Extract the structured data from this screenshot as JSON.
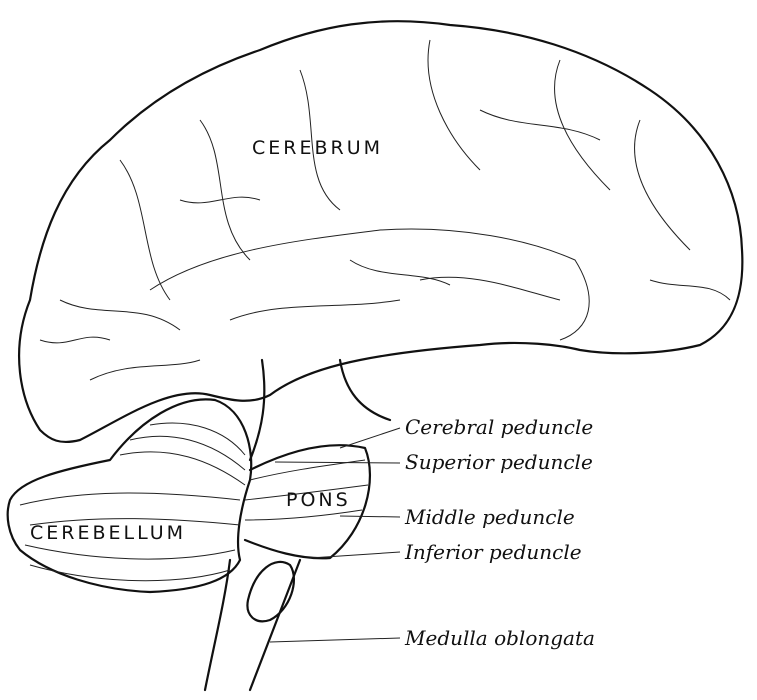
{
  "figure": {
    "structures": {
      "cerebrum": "CEREBRUM",
      "cerebellum": "CEREBELLUM",
      "pons": "PONS"
    },
    "callouts": [
      {
        "label": "Cerebral peduncle"
      },
      {
        "label": "Superior peduncle"
      },
      {
        "label": "Middle peduncle"
      },
      {
        "label": "Inferior peduncle"
      },
      {
        "label": "Medulla oblongata"
      }
    ]
  }
}
